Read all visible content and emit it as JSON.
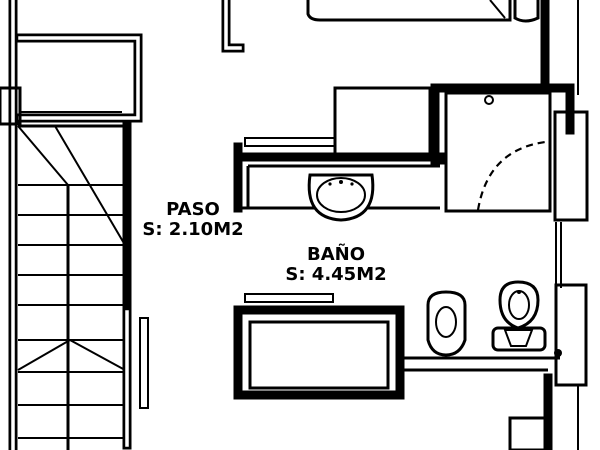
{
  "rooms": {
    "paso": {
      "name": "PASO",
      "area": "S: 2.10M2"
    },
    "bano": {
      "name": "BAÑO",
      "area": "S: 4.45M2"
    }
  },
  "colors": {
    "line": "#000000",
    "background": "#ffffff"
  },
  "fixtures": [
    "washbasin",
    "bidet",
    "toilet",
    "shower",
    "bathtub",
    "staircase",
    "bed"
  ]
}
